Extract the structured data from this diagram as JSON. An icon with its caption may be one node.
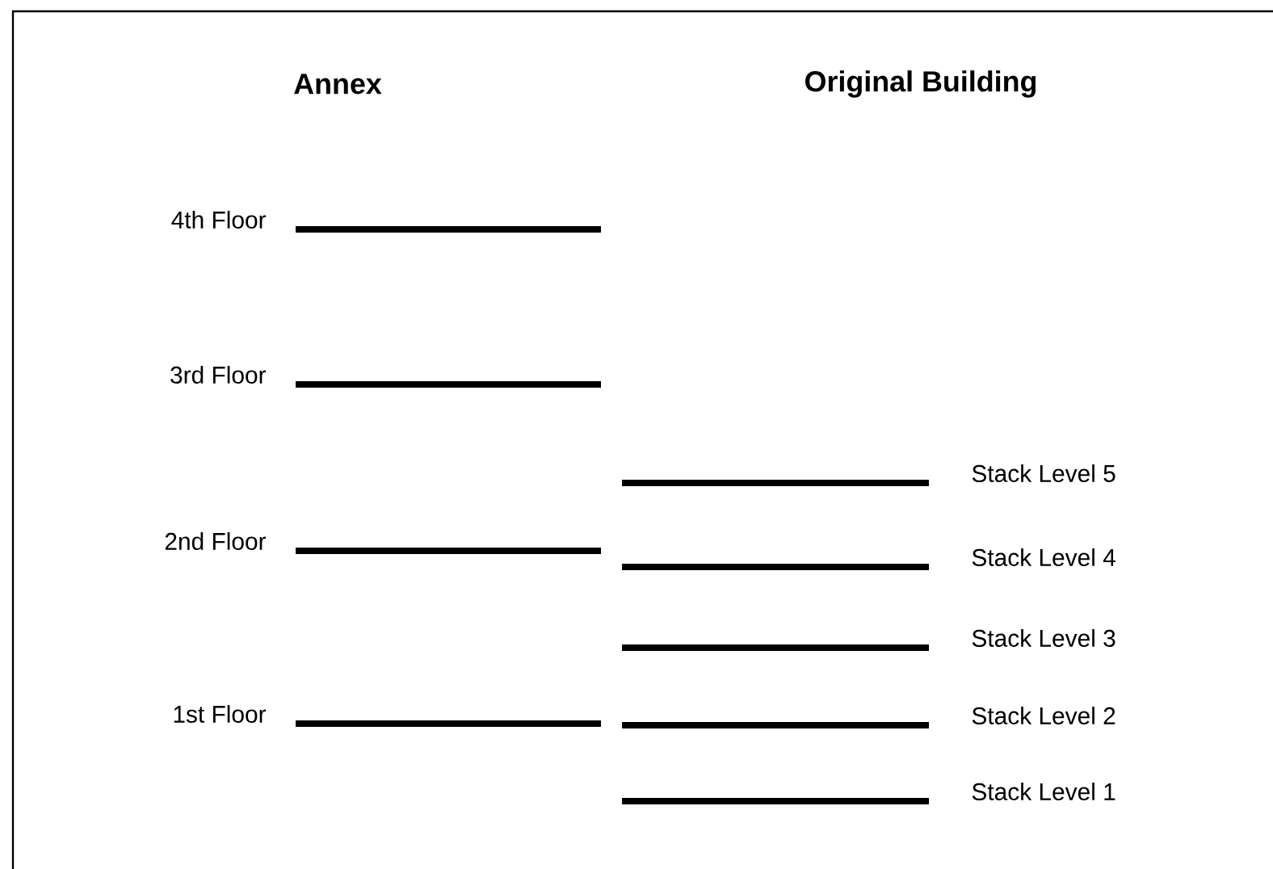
{
  "diagram": {
    "nodes": [
      {
        "text": [],
        "shape": "bar",
        "beside": [
          "4th Floor"
        ]
      },
      {
        "text": [],
        "shape": "bar",
        "beside": [
          "3rd Floor"
        ]
      },
      {
        "text": [],
        "shape": "bar",
        "beside": [
          "Stack Level 5"
        ]
      },
      {
        "text": [],
        "shape": "bar",
        "beside": [
          "2nd Floor"
        ]
      },
      {
        "text": [],
        "shape": "bar",
        "beside": [
          "Stack Level 4"
        ]
      },
      {
        "text": [],
        "shape": "bar",
        "beside": [
          "Stack Level 3"
        ]
      },
      {
        "text": [],
        "shape": "bar",
        "beside": [
          "1st Floor"
        ]
      },
      {
        "text": [],
        "shape": "bar",
        "beside": [
          "Stack Level 2"
        ]
      },
      {
        "text": [],
        "shape": "bar",
        "beside": [
          "Stack Level 1"
        ]
      }
    ],
    "labels": [
      "Annex",
      "Original Building"
    ]
  }
}
